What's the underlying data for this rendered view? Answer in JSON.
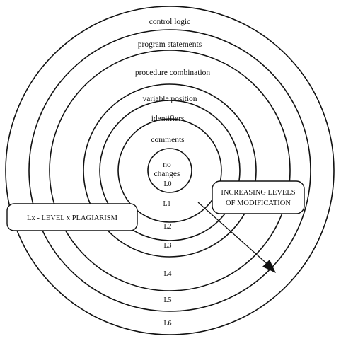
{
  "rings": [
    {
      "level": "L0",
      "label": "no changes"
    },
    {
      "level": "L1",
      "label": "comments"
    },
    {
      "level": "L2",
      "label": "identifiers"
    },
    {
      "level": "L3",
      "label": "variable position"
    },
    {
      "level": "L4",
      "label": "procedure combination"
    },
    {
      "level": "L5",
      "label": "program statements"
    },
    {
      "level": "L6",
      "label": "control logic"
    }
  ],
  "center_label_lines": [
    "no",
    "changes"
  ],
  "legend_box": {
    "text": "Lx - LEVEL x PLAGIARISM"
  },
  "modification_box": {
    "line1": "INCREASING LEVELS",
    "line2": "OF MODIFICATION"
  }
}
